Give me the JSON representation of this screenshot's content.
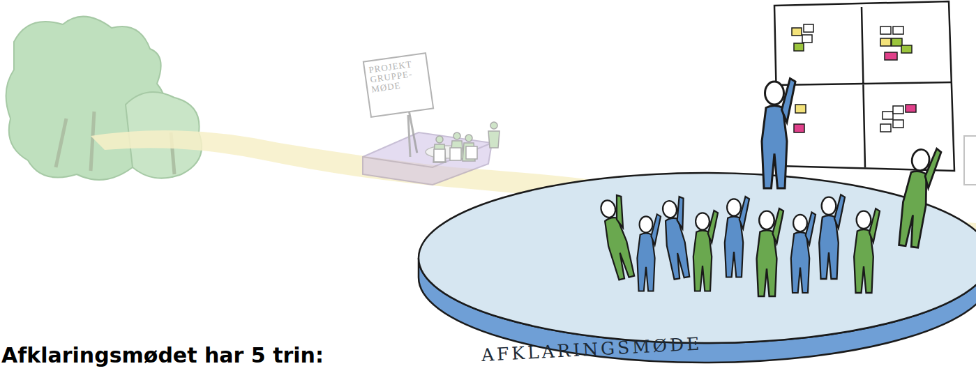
{
  "diagram": {
    "title": "Afklaringsmødet har 5 trin:",
    "nodes": [
      {
        "text": [
          "PROJEKT GRUPPE- MØDE"
        ]
      },
      {
        "text": [
          "AFKLARINGSMØDE"
        ]
      }
    ]
  }
}
